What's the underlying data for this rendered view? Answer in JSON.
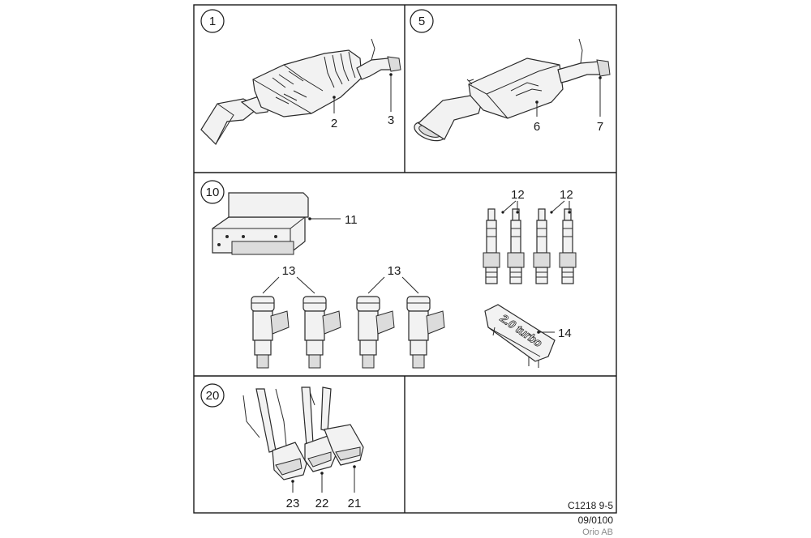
{
  "sections": [
    {
      "id": "1",
      "parts": [
        "2",
        "3"
      ]
    },
    {
      "id": "5",
      "parts": [
        "6",
        "7"
      ]
    },
    {
      "id": "10",
      "parts": [
        "11",
        "12",
        "12",
        "13",
        "13",
        "14"
      ]
    },
    {
      "id": "20",
      "parts": [
        "23",
        "22",
        "21"
      ]
    }
  ],
  "plate_text": "2.0 turbo",
  "footer": {
    "code": "C1218 9-5",
    "date": "09/0100",
    "company": "Orio AB"
  }
}
